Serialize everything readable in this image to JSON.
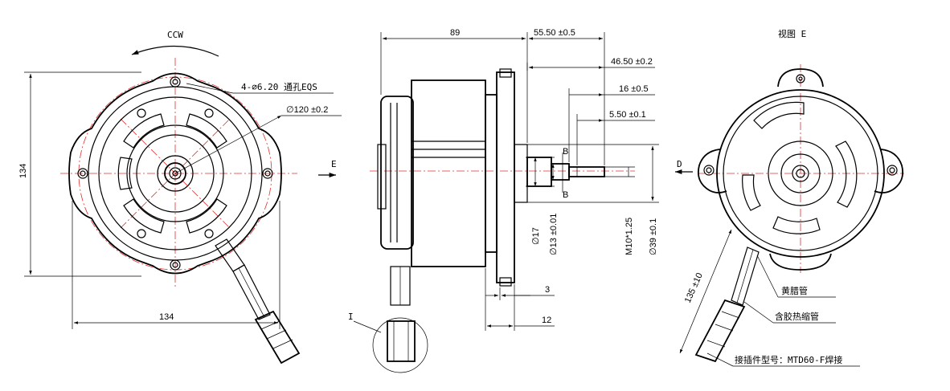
{
  "front_view": {
    "rotation_label": "CCW",
    "hole_note": "4-∅6.20 通孔EQS",
    "diameter_callout": "∅120 ±0.2",
    "height_dim": "134",
    "width_dim": "134",
    "view_arrow_label": "E"
  },
  "side_view": {
    "dims": {
      "overall_length": "89",
      "flange_to_tip": "55.50 ±0.5",
      "d46": "46.50 ±0.2",
      "d16": "16 ±0.5",
      "d5": "5.50 ±0.1",
      "dia17": "∅17",
      "dia13": "∅13 ±0.01",
      "thread": "M10*1.25",
      "dia39": "∅39 ±0.1",
      "d3": "3",
      "d12": "12"
    },
    "section_label": "B",
    "detail_label": "I"
  },
  "rear_view": {
    "title": "视图 E",
    "view_arrow_label": "D",
    "cable_length": "135 ±10",
    "notes": [
      "黄腊管",
      "含胶热缩管",
      "接插件型号：MTD60-F焊接"
    ]
  }
}
